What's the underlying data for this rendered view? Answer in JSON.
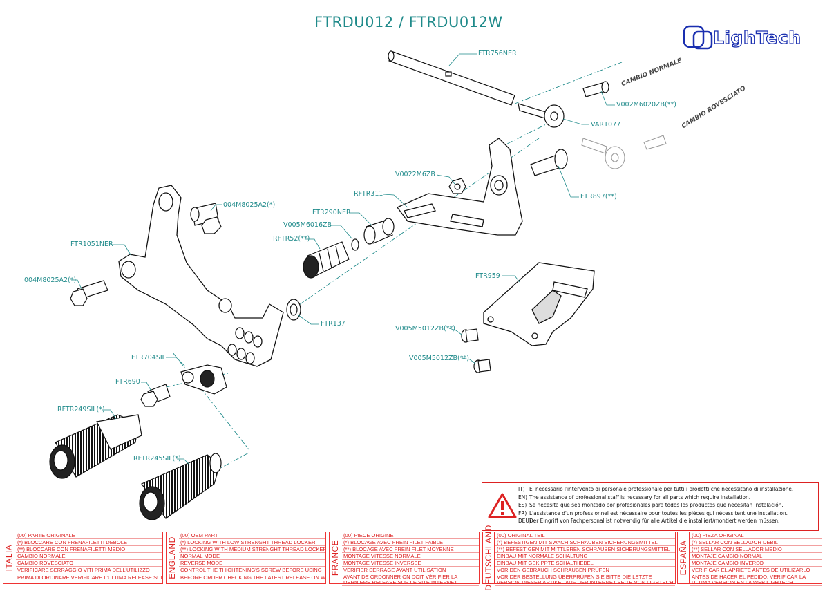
{
  "title": "FTRDU012 / FTRDU012W",
  "brand": {
    "name": "LighTech",
    "color": "#1a2fb0"
  },
  "accent_color": "#1f8a8a",
  "warning_color": "#d22222",
  "side_labels": {
    "normal": "CAMBIO NORMALE",
    "reverse": "CAMBIO ROVESCIATO"
  },
  "parts": {
    "ftr756ner": "FTR756NER",
    "v002m6020zb": "V002M6020ZB(**)",
    "var1077": "VAR1077",
    "v0022m6zb": "V0022M6ZB",
    "ftr311": "RFTR311",
    "ftr897": "FTR897(**)",
    "a004m8025a2_top": "004M8025A2(*)",
    "ftr290ner": "FTR290NER",
    "v005m6016zb": "V005M6016ZB",
    "rftr52": "RFTR52(**)",
    "ftr1051ner": "FTR1051NER",
    "a004m8025a2_left": "004M8025A2(*)",
    "ftr137": "FTR137",
    "ftr959": "FTR959",
    "v005m5012zb_1": "V005M5012ZB(**)",
    "v005m5012zb_2": "V005M5012ZB(**)",
    "ftr704sil": "FTR704SIL",
    "ftr690": "FTR690",
    "rftr249sil": "RFTR249SIL(*)",
    "rftr245sil": "RFTR245SIL(*)"
  },
  "warning": {
    "icon": "warning-triangle-icon",
    "lines": [
      {
        "code": "IT)",
        "text": "E' necessario l'intervento di personale professionale per tutti i prodotti che necessitano di installazione."
      },
      {
        "code": "EN)",
        "text": "The assistance of professional staff is necessary for all parts which require installation."
      },
      {
        "code": "ES)",
        "text": "Se necesita que sea montado por profesionales para todos los productos que necesitan instalación."
      },
      {
        "code": "FR)",
        "text": "L'assistance d'un professionnel est nécessaire pour toutes les pièces qui nécessitent une installation."
      },
      {
        "code": "DEU)",
        "text": "Der Eingriff von Fachpersonal ist notwendig  für alle Artikel die installiert/montiert werden müssen."
      }
    ]
  },
  "languages": [
    {
      "name": "ITALIA",
      "lines": [
        "(00) PARTE ORIGINALE",
        "(*)    BLOCCARE CON FRENAFILETTI DEBOLE",
        "(**)   BLOCCARE CON FRENAFILETTI MEDIO",
        "CAMBIO NORMALE",
        "CAMBIO ROVESCIATO",
        "VERIFICARE SERRAGGIO VITI PRIMA DELL'UTILIZZO",
        "PRIMA DI ORDINARE VERIFICARE L'ULTIMA RELEASE SUL SITO"
      ]
    },
    {
      "name": "ENGLAND",
      "lines": [
        "(00) OEM PART",
        "(*)    LOCKING WITH LOW STRENGHT THREAD LOCKER",
        "(**)   LOCKING WITH MEDIUM STRENGHT THREAD LOCKER",
        "NORMAL MODE",
        "REVERSE MODE",
        "CONTROL THE THIGHTENING'S SCREW BEFORE USING",
        "BEFORE ORDER CHECKING THE LATEST RELEASE ON WEBSITE"
      ]
    },
    {
      "name": "FRANCE",
      "lines": [
        "(00) PIECE ORIGINE",
        "(*)    BLOCAGE AVEC FREIN FILET FAIBLE",
        "(**)   BLOCAGE AVEC FREIN FILET MOYENNE",
        "MONTAGE VITESSE NORMALE",
        "MONTAGE VITESSE INVERSEE",
        "VERIFIER SERRAGE AVANT UTILISATION",
        "AVANT DE ORDONNER ON DOIT VÉRIFIER LA DERNIERE RELEASE SUR LE SITE INTERNET"
      ]
    },
    {
      "name": "DEUTSCHLAND",
      "lines": [
        "(00) ORIGINAL TEIL",
        "(*)    BEFESTIGEN MIT SWACH SCHRAUBEN SICHERUNGSMITTEL",
        "(**)   BEFESTIGEN MIT MITTLEREN SCHRAUBEN SICHERUNGSMITTEL",
        "EINBAU MIT NORMALE SCHALTUNG",
        "EINBAU MIT GEKIPPTE SCHALTHEBEL",
        "VOR DEN GEBRAUCH SCHRAUBEN PRÜFEN",
        "VOR DER BESTELLUNG ÜBERPRÜFEN SIE BITTE DIE LETZTE VERSION DIESER ARTIKEL AUF DER INTERNET SEITE VON LIGHTECH"
      ]
    },
    {
      "name": "ESPAÑA",
      "lines": [
        "(00) PIEZA ORIGINAL",
        "(*)    SELLAR CON SELLADOR DEBIL",
        "(**)   SELLAR CON SELLADOR MEDIO",
        "MONTAJE  CAMBIO NORMAL",
        "MONTAJE CAMBIO INVERSO",
        "VERIFICAR EL APRIETE ANTES DE UTILIZARLO",
        "ANTES DE HACER EL PEDIDO, VERIFICAR LA ULTIMA VERSION EN LA WEB LIGHTECH"
      ]
    }
  ]
}
